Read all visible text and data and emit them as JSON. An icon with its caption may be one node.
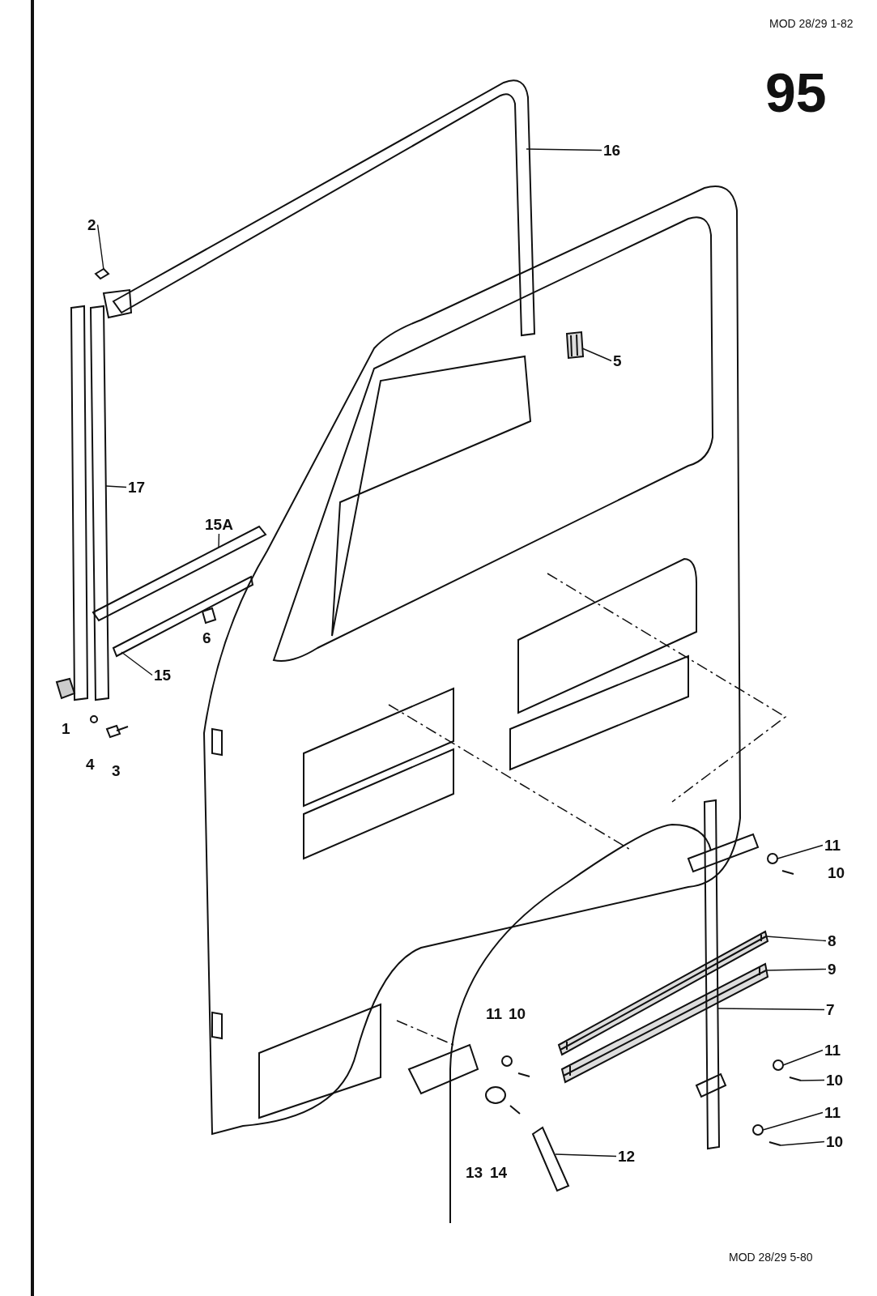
{
  "diagram": {
    "nodes": [
      {
        "text": [
          "16"
        ]
      },
      {
        "text": [
          "2"
        ]
      },
      {
        "text": [
          "5"
        ]
      },
      {
        "text": [
          "17"
        ]
      },
      {
        "text": [
          "15A"
        ]
      },
      {
        "text": [
          "15"
        ]
      },
      {
        "text": [
          "11"
        ]
      },
      {
        "text": [
          "8"
        ]
      },
      {
        "text": [
          "9"
        ]
      },
      {
        "text": [
          "7"
        ]
      },
      {
        "text": [
          "11"
        ]
      },
      {
        "text": [
          "10"
        ]
      },
      {
        "text": [
          "11"
        ]
      },
      {
        "text": [
          "10"
        ]
      },
      {
        "text": [
          "12"
        ]
      },
      {
        "text": [],
        "shape": "picture"
      },
      {
        "text": [],
        "shape": "picture"
      },
      {
        "text": [],
        "shape": "picture"
      },
      {
        "text": [],
        "shape": "picture"
      },
      {
        "text": [],
        "shape": "picture"
      },
      {
        "text": [],
        "shape": "picture"
      },
      {
        "text": [],
        "shape": "picture"
      },
      {
        "text": [],
        "shape": "picture"
      },
      {
        "text": [],
        "shape": "picture"
      },
      {
        "text": [],
        "shape": "picture"
      },
      {
        "text": [],
        "shape": "picture"
      },
      {
        "text": [],
        "shape": "picture"
      },
      {
        "text": [],
        "shape": "picture"
      },
      {
        "text": [],
        "shape": "picture"
      },
      {
        "text": [],
        "shape": "picture"
      }
    ],
    "edges": [
      {
        "from": 0,
        "to": 15,
        "arrow": "none"
      },
      {
        "from": 1,
        "to": 16,
        "arrow": "none"
      },
      {
        "from": 2,
        "to": 17,
        "arrow": "none"
      },
      {
        "from": 3,
        "to": 18,
        "arrow": "none"
      },
      {
        "from": 4,
        "to": 19,
        "arrow": "none"
      },
      {
        "from": 5,
        "to": 20,
        "arrow": "none"
      },
      {
        "from": 6,
        "to": 21,
        "arrow": "none"
      },
      {
        "from": 7,
        "to": 22,
        "arrow": "none"
      },
      {
        "from": 8,
        "to": 23,
        "arrow": "none"
      },
      {
        "from": 9,
        "to": 24,
        "arrow": "none"
      },
      {
        "from": 10,
        "to": 25,
        "arrow": "none"
      },
      {
        "from": 11,
        "to": 26,
        "arrow": "none"
      },
      {
        "from": 12,
        "to": 27,
        "arrow": "none"
      },
      {
        "from": 13,
        "to": 28,
        "arrow": "none"
      },
      {
        "from": 14,
        "to": 29,
        "arrow": "none"
      }
    ],
    "labels": [
      "MOD 28/29 1-82",
      "95",
      "6",
      "1",
      "4",
      "3",
      "10",
      "11",
      "10",
      "13",
      "14",
      "MOD 28/29 5-80"
    ]
  }
}
